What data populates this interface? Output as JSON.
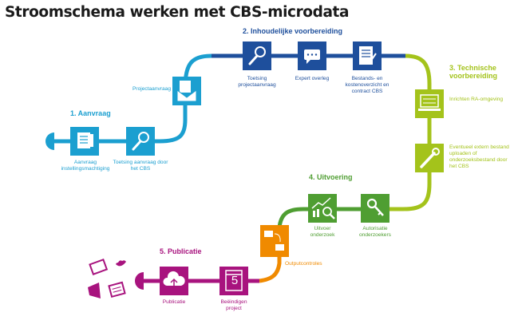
{
  "title": "Stroomschema werken met CBS-microdata",
  "colors": {
    "aanvraag": "#1b9fd0",
    "inhoudelijk": "#1e4f9c",
    "technisch": "#a4c31b",
    "uitvoering": "#4f9e32",
    "output": "#f08a00",
    "publicatie": "#a8137e"
  },
  "phases": [
    {
      "label": "1. Aanvraag"
    },
    {
      "label": "2. Inhoudelijke voorbereiding"
    },
    {
      "label": "3. Technische voorbereiding"
    },
    {
      "label": "4. Uitvoering"
    },
    {
      "label": "5. Publicatie"
    }
  ],
  "steps": {
    "aanvraag_instelling": {
      "label": "Aanvraag instellingsmachtiging",
      "icon": "documents-icon"
    },
    "toetsing_aanvraag": {
      "label": "Toetsing aanvraag door het CBS",
      "icon": "magnifier-icon"
    },
    "projectaanvraag": {
      "label": "Projectaanvraag",
      "icon": "envelope-icon"
    },
    "toetsing_project": {
      "label": "Toetsing projectaanvraag",
      "icon": "magnifier-icon"
    },
    "expert_overleg": {
      "label": "Expert overleg",
      "icon": "chat-icon"
    },
    "bestands": {
      "label": "Bestands- en kostenoverzicht en contract CBS",
      "icon": "contract-icon"
    },
    "inrichten": {
      "label": "Inrichten RA-omgeving",
      "icon": "laptop-icon"
    },
    "uploaden": {
      "label": "Eventueel extern bestand uploaden of onderzoeksbestand door het CBS",
      "icon": "wrench-icon"
    },
    "autorisatie": {
      "label": "Autorisatie onderzoekers",
      "icon": "key-icon"
    },
    "uitvoer": {
      "label": "Uitvoer onderzoek",
      "icon": "chart-search-icon"
    },
    "outputcontroles": {
      "label": "Outputcontroles",
      "icon": "folder-transfer-icon"
    },
    "beeindigen": {
      "label": "Beëindigen project",
      "icon": "calendar-icon",
      "calendar_day": "5"
    },
    "publicatie": {
      "label": "Publicatie",
      "icon": "cloud-upload-icon"
    }
  }
}
